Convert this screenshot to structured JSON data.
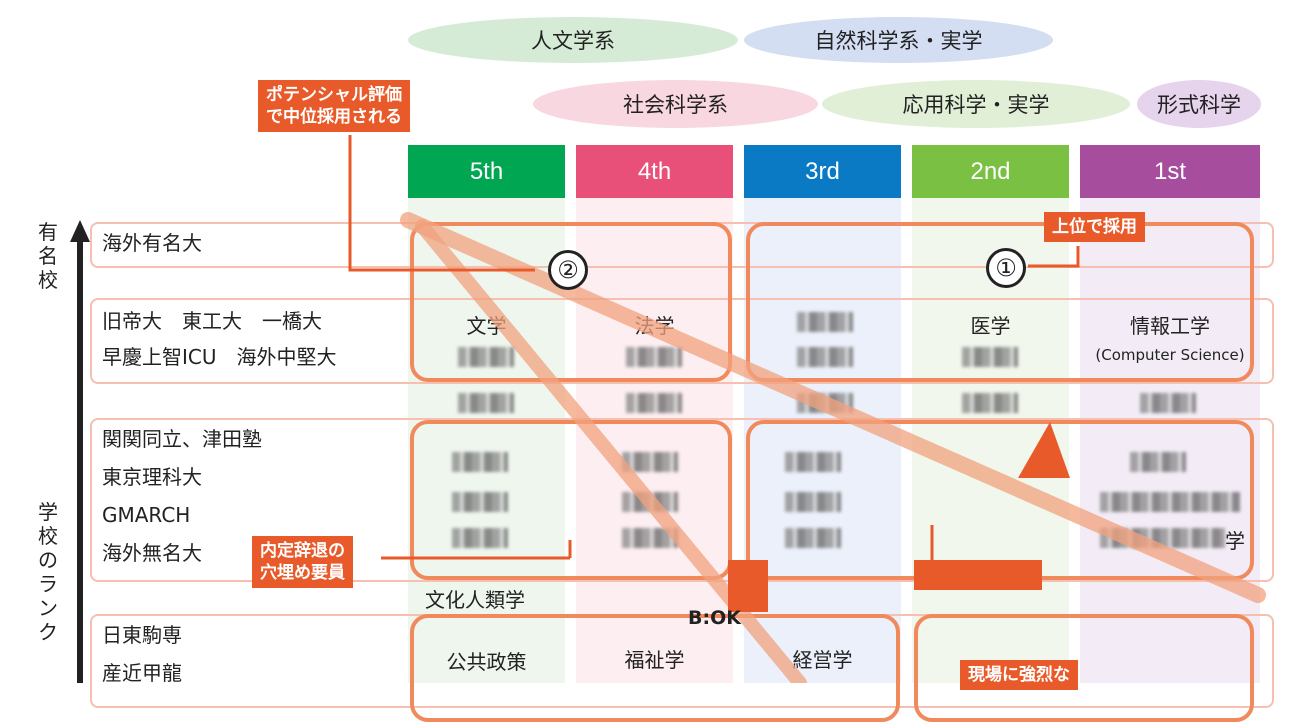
{
  "categories": [
    "人文学系",
    "自然科学系・実学",
    "社会科学系",
    "応用科学・実学",
    "形式科学"
  ],
  "columns": [
    {
      "label": "5th",
      "color": "#00a651"
    },
    {
      "label": "4th",
      "color": "#e8507a"
    },
    {
      "label": "3rd",
      "color": "#0a7ac4"
    },
    {
      "label": "2nd",
      "color": "#7ac143"
    },
    {
      "label": "1st",
      "color": "#a64d9e"
    }
  ],
  "axis": {
    "top": "有名校",
    "bottom": "学校のランク"
  },
  "ranks": [
    "海外有名大",
    "旧帝大　東工大　一橋大\n早慶上智ICU　海外中堅大",
    "関関同立、津田塾\n東京理科大\nGMARCH\n海外無名大",
    "日東駒専\n産近甲龍"
  ],
  "cells": {
    "r2": [
      "文学",
      "法学",
      "",
      "医学",
      "情報工学"
    ],
    "r2b": "(Computer Science)",
    "r4_1": "学",
    "bunka": "文化人類学",
    "r5": [
      "公共政策",
      "福祉学",
      "経営学"
    ]
  },
  "callouts": {
    "potential": "ポテンシャル評価\nで中位採用される",
    "upper": "上位で採用",
    "naitei": "内定辞退の\n穴埋め要員",
    "genba": "現場に強烈な"
  },
  "markers": {
    "one": "①",
    "two": "②",
    "bok": "B:OK"
  }
}
